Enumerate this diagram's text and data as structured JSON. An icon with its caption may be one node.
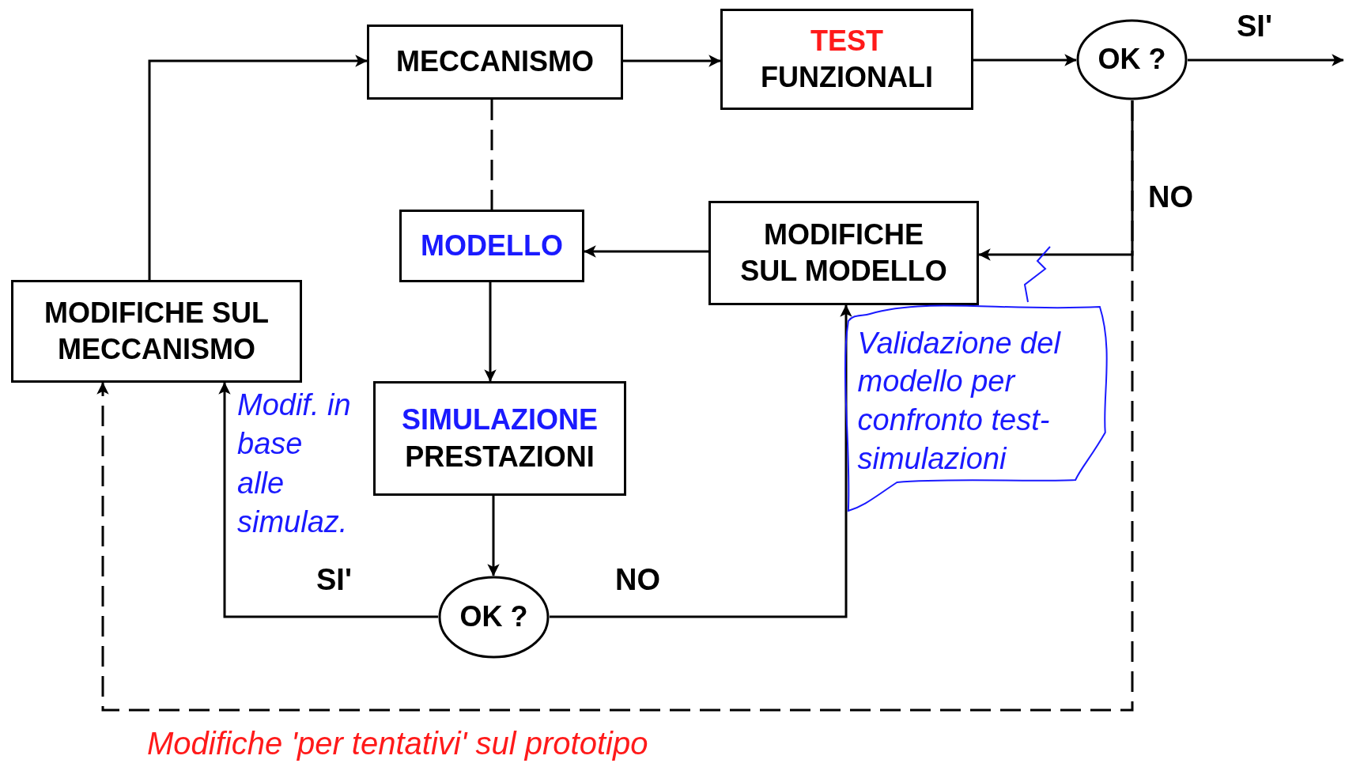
{
  "diagram": {
    "nodes": [
      {
        "text": [
          "MECCANISMO"
        ]
      },
      {
        "text": [
          "TEST",
          "FUNZIONALI"
        ]
      },
      {
        "text": [
          "OK ?"
        ]
      },
      {
        "text": [
          "MODIFICHE SUL MODELLO"
        ]
      },
      {
        "text": [
          "MODELLO"
        ]
      },
      {
        "text": [
          "MODIFICHE SUL MECCANISMO"
        ]
      },
      {
        "text": [
          "SIMULAZIONE",
          "PRESTAZIONI"
        ]
      },
      {
        "text": [
          "OK ?"
        ]
      },
      {
        "text": [
          "Validazione del modello per confronto test-simulazioni"
        ]
      }
    ],
    "edges": [
      {
        "from": 5,
        "to": 0,
        "arrow": "to"
      },
      {
        "from": 0,
        "to": 1,
        "arrow": "to"
      },
      {
        "from": 1,
        "to": 2,
        "arrow": "to"
      },
      {
        "from": 2,
        "to": null,
        "arrow": "to",
        "label": "SI'"
      },
      {
        "from": 2,
        "to": 3,
        "arrow": "to",
        "label": "NO"
      },
      {
        "from": 0,
        "to": 4,
        "arrow": "none",
        "style": "dashed"
      },
      {
        "from": 3,
        "to": 4,
        "arrow": "to"
      },
      {
        "from": 4,
        "to": 6,
        "arrow": "to"
      },
      {
        "from": 6,
        "to": 7,
        "arrow": "to"
      },
      {
        "from": 7,
        "to": 5,
        "arrow": "to",
        "label": "SI'"
      },
      {
        "from": 7,
        "to": 3,
        "arrow": "to",
        "label": "NO"
      },
      {
        "from": 2,
        "to": 5,
        "arrow": "to",
        "style": "dashed",
        "label": "Modifiche 'per tentativi' sul prototipo"
      },
      {
        "from": 8,
        "to": null,
        "arrow": "none",
        "color": "#1a1aff"
      }
    ],
    "labels": [
      "Modif. in base alle simulaz."
    ]
  }
}
